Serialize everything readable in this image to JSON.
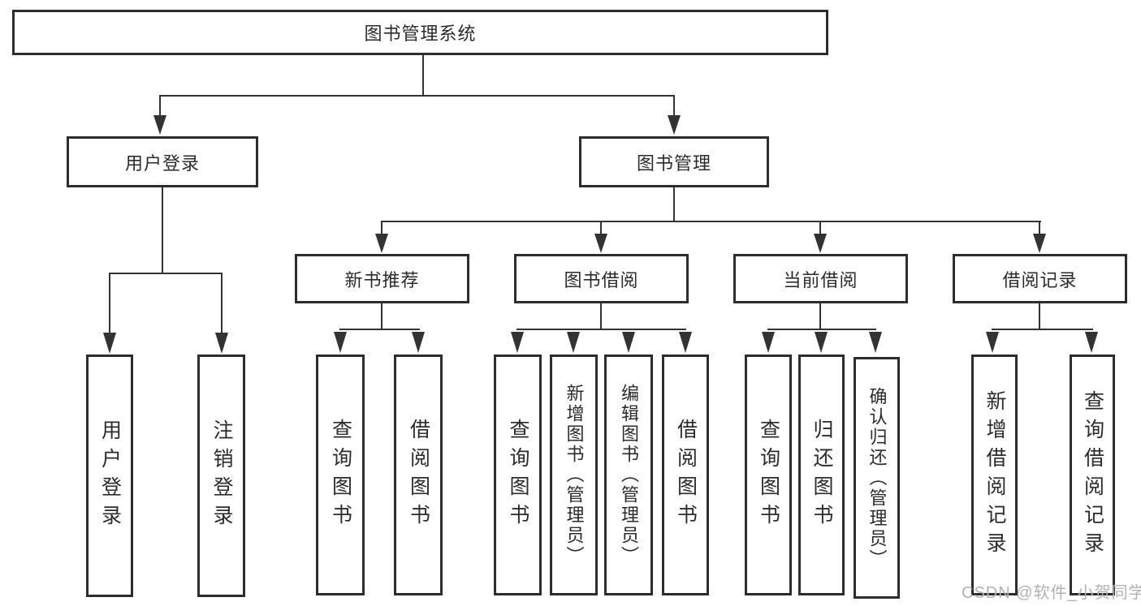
{
  "tree": {
    "root": {
      "label": "图书管理系统"
    },
    "children": [
      {
        "label": "用户登录",
        "children": [
          {
            "label": "用户登录"
          },
          {
            "label": "注销登录"
          }
        ]
      },
      {
        "label": "图书管理",
        "children": [
          {
            "label": "新书推荐",
            "children": [
              {
                "label": "查询图书"
              },
              {
                "label": "借阅图书"
              }
            ]
          },
          {
            "label": "图书借阅",
            "children": [
              {
                "label": "查询图书"
              },
              {
                "label": "新增图书（管理员）"
              },
              {
                "label": "编辑图书（管理员）"
              },
              {
                "label": "借阅图书"
              }
            ]
          },
          {
            "label": "当前借阅",
            "children": [
              {
                "label": "查询图书"
              },
              {
                "label": "归还图书"
              },
              {
                "label": "确认归还（管理员）"
              }
            ]
          },
          {
            "label": "借阅记录",
            "children": [
              {
                "label": "新增借阅记录"
              },
              {
                "label": "查询借阅记录"
              }
            ]
          }
        ]
      }
    ]
  },
  "watermark": {
    "label": "CSDN @软件_小贺同学"
  },
  "colors": {
    "line": "#333333",
    "border": "#2d2d2d",
    "text": "#2b2b2b",
    "watermark_text": "#b2b2b2",
    "background": "#ffffff"
  }
}
